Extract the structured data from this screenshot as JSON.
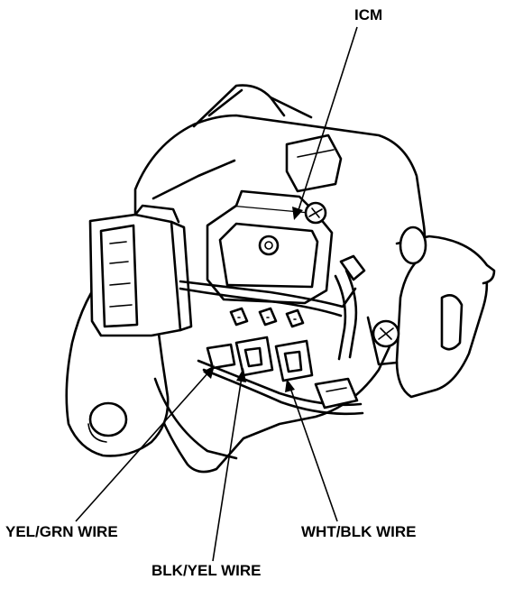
{
  "diagram": {
    "callouts": {
      "icm": "ICM",
      "yel_grn": "YEL/GRN WIRE",
      "wht_blk": "WHT/BLK WIRE",
      "blk_yel": "BLK/YEL WIRE"
    },
    "colors": {
      "ink": "#000000",
      "background": "#ffffff"
    }
  }
}
